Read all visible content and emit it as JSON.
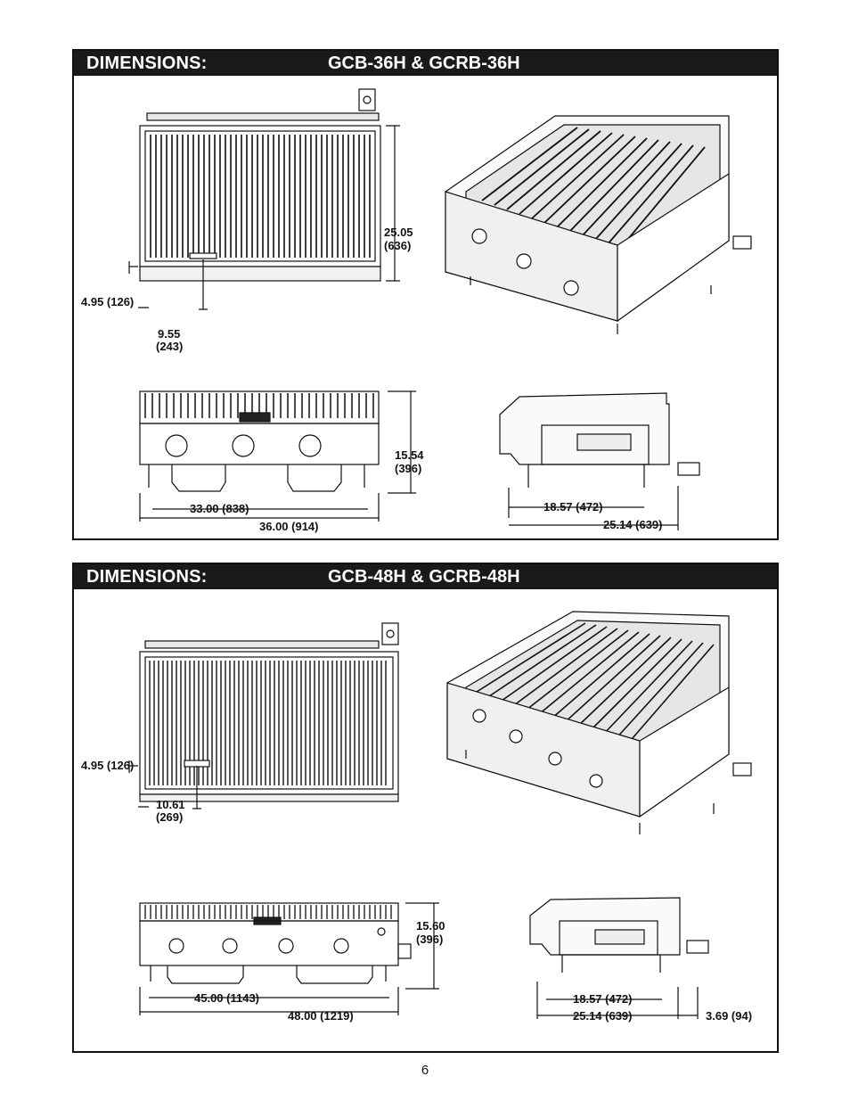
{
  "sections": [
    {
      "label": "DIMENSIONS:",
      "model": "GCB-36H & GCRB-36H",
      "dims": {
        "depth": "25.05",
        "depth_mm": "(636)",
        "burner_front": "4.95 (126)",
        "knob_offset": "9.55",
        "knob_offset_mm": "(243)",
        "height": "15.54",
        "height_mm": "(396)",
        "inner_width": "33.00 (838)",
        "overall_width": "36.00 (914)",
        "side_depth": "18.57 (472)",
        "side_overall": "25.14 (639)"
      }
    },
    {
      "label": "DIMENSIONS:",
      "model": "GCB-48H & GCRB-48H",
      "dims": {
        "burner_front": "4.95 (126)",
        "knob_offset": "10.61",
        "knob_offset_mm": "(269)",
        "height": "15.60",
        "height_mm": "(396)",
        "inner_width": "45.00 (1143)",
        "overall_width": "48.00 (1219)",
        "side_depth": "18.57 (472)",
        "side_overall": "25.14 (639)",
        "gas_conn": "3.69 (94)"
      }
    }
  ],
  "page_number": "6"
}
